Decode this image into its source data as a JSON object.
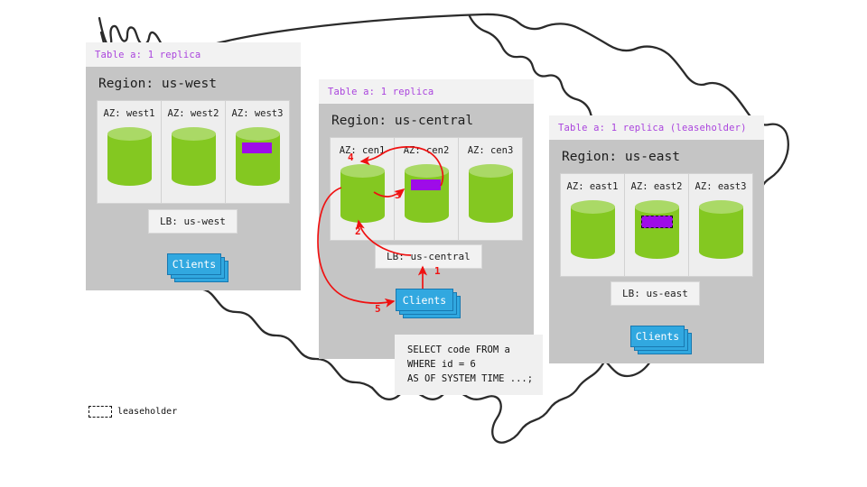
{
  "diagram": {
    "background_map": "united-states-outline",
    "accent_purple": "#aa44dd",
    "range_purple": "#9e0ce8",
    "node_green": "#84c821",
    "node_green_top": "#aad966",
    "client_blue": "#31a8e0",
    "arrow_red": "#ef1111",
    "region_gray": "#c5c5c5",
    "panel_light": "#f2f2f2"
  },
  "legend": {
    "swatch_name": "dashed-rectangle",
    "label": "leaseholder"
  },
  "regions": [
    {
      "id": "us-west",
      "replica_header": "Table a: 1 replica",
      "title": "Region: us-west",
      "azs": [
        {
          "label": "AZ: west1",
          "has_range": false,
          "leaseholder": false
        },
        {
          "label": "AZ: west2",
          "has_range": false,
          "leaseholder": false
        },
        {
          "label": "AZ: west3",
          "has_range": true,
          "leaseholder": false
        }
      ],
      "lb_label": "LB: us-west",
      "clients_label": "Clients"
    },
    {
      "id": "us-central",
      "replica_header": "Table a: 1 replica",
      "title": "Region: us-central",
      "azs": [
        {
          "label": "AZ: cen1",
          "has_range": false,
          "leaseholder": false
        },
        {
          "label": "AZ: cen2",
          "has_range": true,
          "leaseholder": false
        },
        {
          "label": "AZ: cen3",
          "has_range": false,
          "leaseholder": false
        }
      ],
      "lb_label": "LB: us-central",
      "clients_label": "Clients",
      "sql": "SELECT code FROM a\nWHERE id = 6\nAS OF SYSTEM TIME ...;"
    },
    {
      "id": "us-east",
      "replica_header": "Table a: 1 replica (leaseholder)",
      "title": "Region: us-east",
      "azs": [
        {
          "label": "AZ: east1",
          "has_range": false,
          "leaseholder": false
        },
        {
          "label": "AZ: east2",
          "has_range": true,
          "leaseholder": true
        },
        {
          "label": "AZ: east3",
          "has_range": false,
          "leaseholder": false
        }
      ],
      "lb_label": "LB: us-east",
      "clients_label": "Clients"
    }
  ],
  "flow_steps": [
    {
      "num": "1",
      "from": "clients-us-central",
      "to": "lb-us-central"
    },
    {
      "num": "2",
      "from": "lb-us-central",
      "to": "node-cen1"
    },
    {
      "num": "3",
      "from": "node-cen1",
      "to": "range-cen2"
    },
    {
      "num": "4",
      "from": "node-cen2",
      "to": "node-cen1"
    },
    {
      "num": "5",
      "from": "node-cen1",
      "to": "clients-us-central"
    }
  ]
}
